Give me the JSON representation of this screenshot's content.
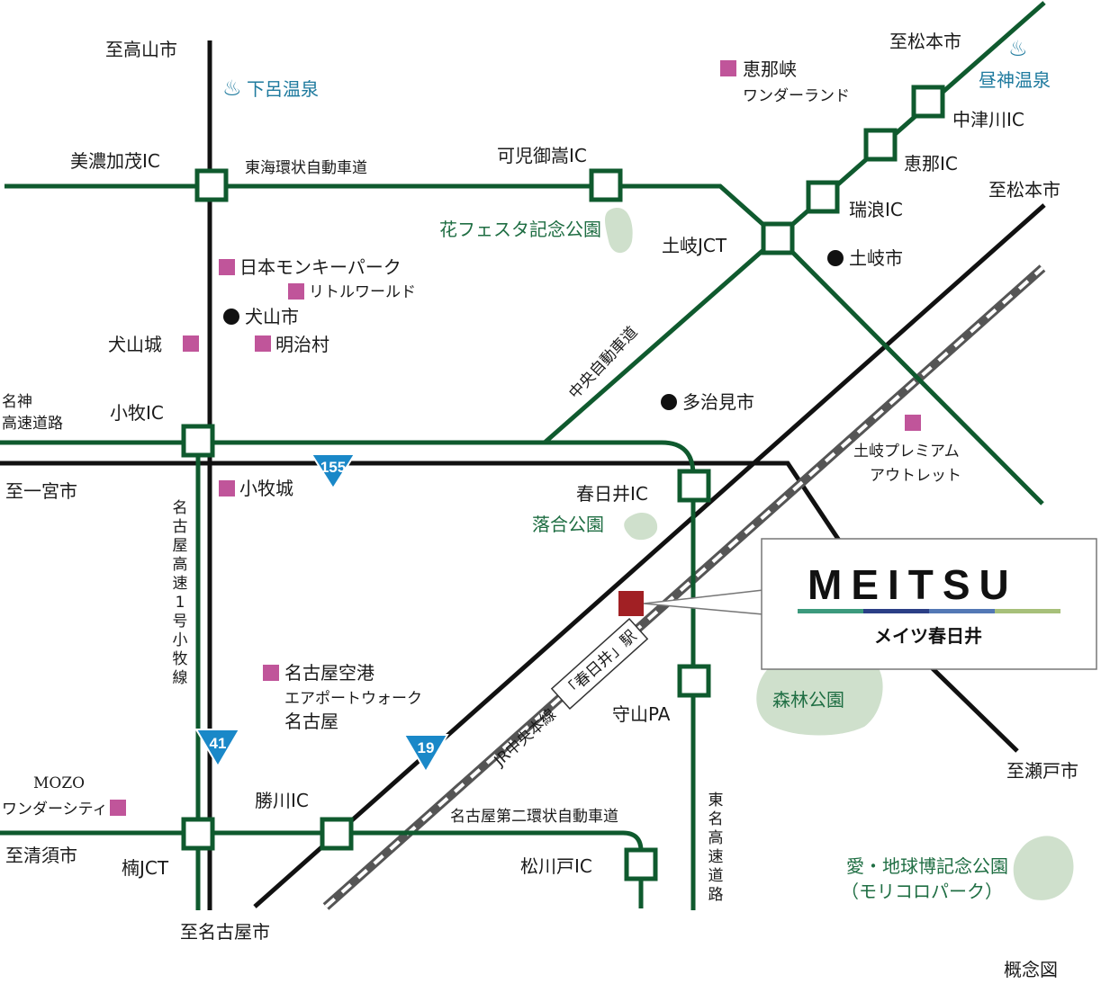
{
  "colors": {
    "expressway": "#0f5a2e",
    "road": "#111111",
    "jr_rail": "#555555",
    "point_marker": "#c0559a",
    "destination_marker": "#a12024",
    "park_fill": "#cfe0cc",
    "onsen_blue": "#1e7a9e",
    "park_label_green": "#1f6e43",
    "route_badge": "#1a88c8"
  },
  "brand": {
    "logo": "MEITSU",
    "name": "メイツ春日井",
    "stripe_colors": [
      "#3c9a7d",
      "#2b3f86",
      "#5378b5",
      "#a7c07a"
    ]
  },
  "directions": {
    "takayama": "至高山市",
    "matsumoto_1": "至松本市",
    "matsumoto_2": "至松本市",
    "ichinomiya": "至一宮市",
    "kiyosu": "至清須市",
    "nagoya": "至名古屋市",
    "seto": "至瀬戸市"
  },
  "roads": {
    "tokai_kanjo": "東海環状自動車道",
    "chuo": "中央自動車道",
    "meishin": [
      "名神",
      "高速道路"
    ],
    "nagoya_1_komaki": [
      "名",
      "古",
      "屋",
      "高",
      "速",
      "1",
      "号",
      "小",
      "牧",
      "線"
    ],
    "nagoya_2_kanjo": "名古屋第二環状自動車道",
    "tomei": [
      "東",
      "名",
      "高",
      "速",
      "道",
      "路"
    ],
    "jr_chuo": "JR中央本線",
    "route_155": "155",
    "route_41": "41",
    "route_19": "19"
  },
  "interchanges": {
    "minokamo": "美濃加茂IC",
    "kanimitake": "可児御嵩IC",
    "toki_jct": "土岐JCT",
    "mizunami": "瑞浪IC",
    "ena": "恵那IC",
    "nakatsugawa": "中津川IC",
    "komaki": "小牧IC",
    "kasugai": "春日井IC",
    "moriyama_pa": "守山PA",
    "kachigawa": "勝川IC",
    "kusunoki_jct": "楠JCT",
    "matsukawado": "松川戸IC"
  },
  "onsen": {
    "gero": "下呂温泉",
    "hirugami": "昼神温泉"
  },
  "cities": {
    "inuyama": "犬山市",
    "toki": "土岐市",
    "tajimi": "多治見市"
  },
  "spots": {
    "ena_wonderland": [
      "恵那峡",
      "ワンダーランド"
    ],
    "monkey_park": "日本モンキーパーク",
    "little_world": "リトルワールド",
    "inuyama_castle": "犬山城",
    "meijimura": "明治村",
    "komaki_castle": "小牧城",
    "toki_outlet": [
      "土岐プレミアム",
      "アウトレット"
    ],
    "airport_walk": [
      "名古屋空港",
      "エアポートウォーク",
      "名古屋"
    ],
    "mozo": [
      "MOZO",
      "ワンダーシティ"
    ]
  },
  "parks": {
    "hana_festa": "花フェスタ記念公園",
    "ochiai": "落合公園",
    "shinrin": "森林公園",
    "expo_park": [
      "愛・地球博記念公園",
      "（モリコロパーク）"
    ]
  },
  "station": "「春日井」駅",
  "note": "概念図"
}
